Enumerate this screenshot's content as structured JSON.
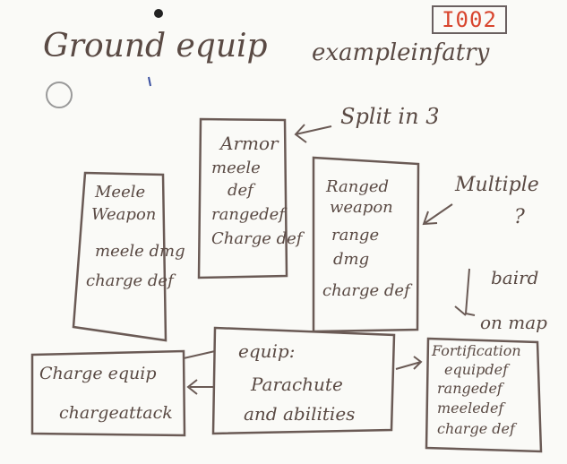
{
  "title": "Ground equip",
  "subtitle": "exampleinfatry",
  "id_tag": "I002",
  "annotations": {
    "split_in": "Split in 3",
    "multiple": "Multiple",
    "multiple_q": "?",
    "baird_line1": "baird",
    "baird_line2": "on map"
  },
  "boxes": {
    "armor": [
      "Armor",
      "meele",
      "def",
      "rangedef",
      "Charge def"
    ],
    "melee": [
      "Meele",
      "Weapon",
      "meele dmg",
      "charge def"
    ],
    "ranged": [
      "Ranged",
      "weapon",
      "range",
      "dmg",
      "charge def"
    ],
    "equip": [
      "equip:",
      "Parachute",
      "and abilities"
    ],
    "charge": [
      "Charge equip",
      "chargeattack"
    ],
    "fortification": [
      "Fortification",
      "equipdef",
      "rangedef",
      "meeledef",
      "charge def"
    ]
  },
  "colors": {
    "ink": "#5a4a44",
    "stamp_text": "#d8452e"
  }
}
